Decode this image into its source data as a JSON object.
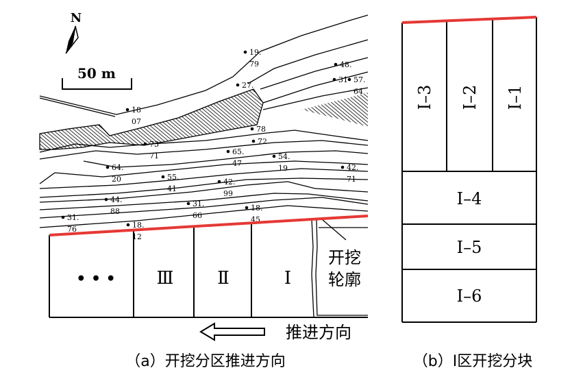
{
  "panel_a": {
    "north_label": "N",
    "scale_label": "50 m",
    "zones": [
      "• • •",
      "Ⅲ",
      "Ⅱ",
      "Ⅰ"
    ],
    "contour_label_line1": "开挖",
    "contour_label_line2": "轮廓",
    "advance_label": "推进方向",
    "caption": "（a）开挖分区推进方向",
    "elevation_points": [
      [
        "19.",
        "79"
      ],
      [
        "48.",
        ""
      ],
      [
        "31",
        ""
      ],
      [
        "57.",
        "64"
      ],
      [
        "27.",
        ""
      ],
      [
        "18",
        "07"
      ],
      [
        "78",
        ""
      ],
      [
        "73",
        "71"
      ],
      [
        "72",
        ""
      ],
      [
        "65.",
        "47"
      ],
      [
        "54.",
        "19"
      ],
      [
        "42.",
        "71"
      ],
      [
        "64.",
        "20"
      ],
      [
        "55.",
        "41"
      ],
      [
        "42.",
        "99"
      ],
      [
        "44.",
        "88"
      ],
      [
        "31.",
        "66"
      ],
      [
        "18.",
        "45"
      ],
      [
        "31.",
        "76"
      ],
      [
        "18.",
        "12"
      ]
    ]
  },
  "panel_b": {
    "blocks": [
      "I–3",
      "I–2",
      "I–1",
      "I–4",
      "I–5",
      "I–6"
    ],
    "caption": "（b）Ⅰ区开挖分块"
  },
  "colors": {
    "boundary": "#e53935",
    "line": "#000000"
  }
}
